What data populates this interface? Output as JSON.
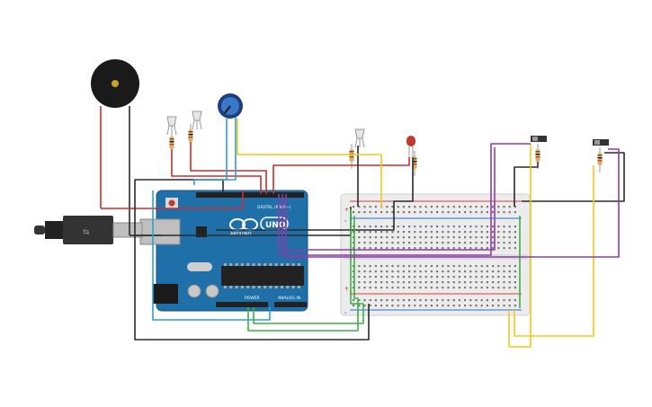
{
  "app": {
    "title": ""
  },
  "arduino": {
    "brand_text": "ARDUINO",
    "model_text": "UNO",
    "digital_label": "DIGITAL (PWM~)",
    "power_label": "POWER",
    "analog_label": "ANALOG IN",
    "board_color": "#1f6fa8"
  },
  "breadboard": {
    "color": "#f2f2f2",
    "rail_plus": "+",
    "rail_minus": "-",
    "rail_plus_color": "#d83a3a",
    "rail_minus_color": "#2a6dd6"
  },
  "components": {
    "buzzer": "buzzer",
    "potentiometer": "potentiometer",
    "led": "red-led",
    "leds_rgb": 3,
    "switches": 2,
    "resistors": 6
  },
  "wire_colors": {
    "red": "#d42a2a",
    "black": "#2a2a2a",
    "blue": "#2aa0d8",
    "yellow": "#f2c91a",
    "green": "#3cb043",
    "purple": "#8e3ca8"
  }
}
